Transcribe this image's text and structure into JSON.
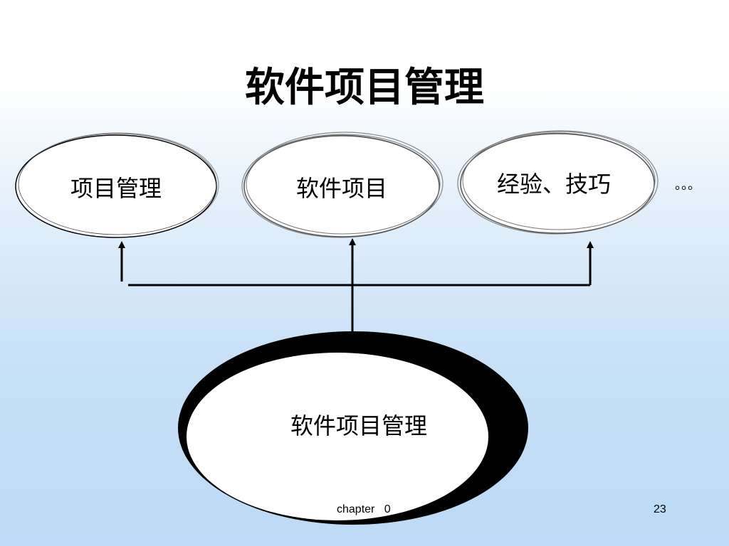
{
  "slide": {
    "title": "软件项目管理",
    "nodes": [
      {
        "id": "project-management",
        "label": "项目管理"
      },
      {
        "id": "software-project",
        "label": "软件项目"
      },
      {
        "id": "experience-skills",
        "label": "经验、技巧"
      }
    ],
    "ellipsis": "。。。",
    "root_label": "软件项目管理",
    "footer": {
      "chapter": "chapter   0",
      "page_number": "23"
    }
  }
}
